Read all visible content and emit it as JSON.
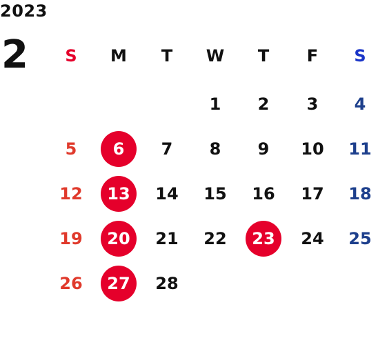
{
  "calendar": {
    "year": "2023",
    "month": "2",
    "weekdays": [
      "S",
      "M",
      "T",
      "W",
      "T",
      "F",
      "S"
    ],
    "weekday_colors": [
      "#e5002b",
      "#111111",
      "#111111",
      "#111111",
      "#111111",
      "#111111",
      "#1a35c8"
    ],
    "day_colors": [
      "#e03a2c",
      "#111111",
      "#111111",
      "#111111",
      "#111111",
      "#111111",
      "#1d3f8c"
    ],
    "holiday_color": "#e5002b",
    "first_weekday": 3,
    "days_in_month": 28,
    "holidays": [
      6,
      13,
      20,
      23,
      27
    ]
  }
}
